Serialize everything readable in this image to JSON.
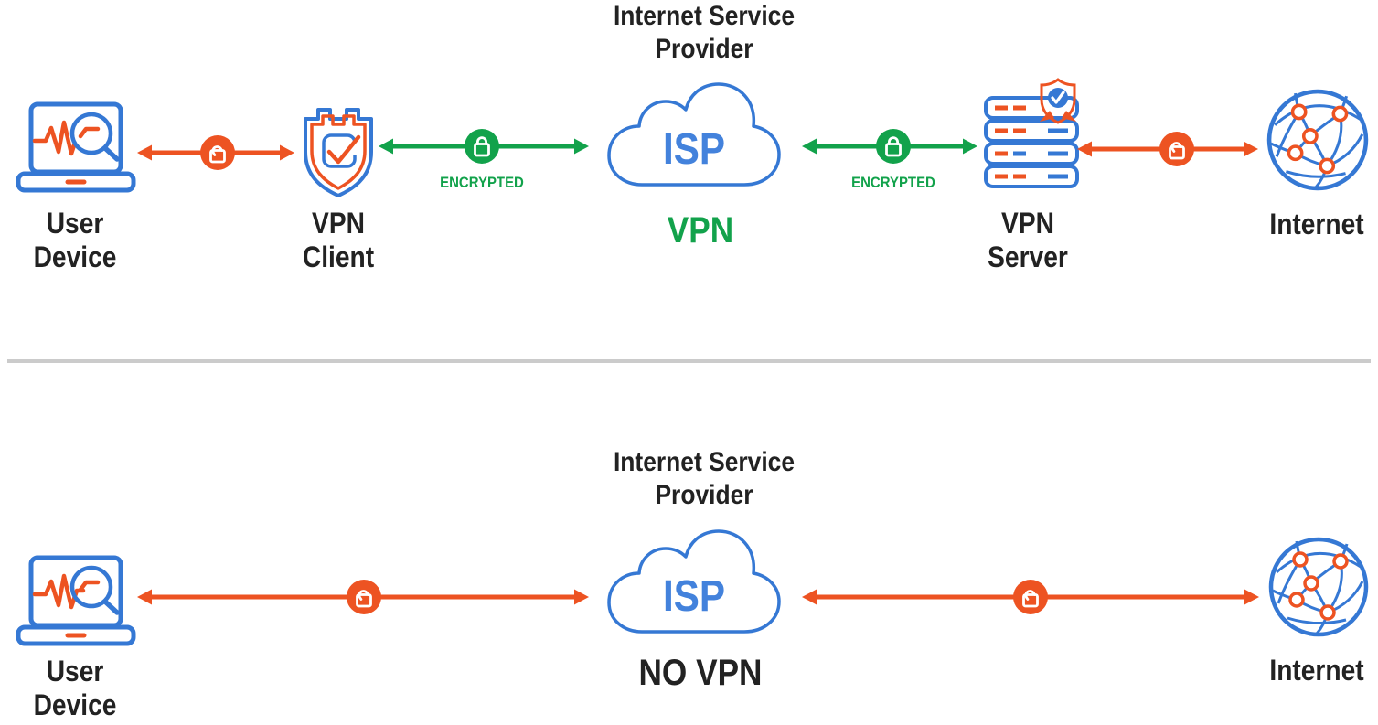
{
  "colors": {
    "blue": "#3578d4",
    "blue_light": "#4382dc",
    "orange": "#ed5322",
    "green": "#12a24b",
    "text_dark": "#222222",
    "divider": "#cbcbcb",
    "bg": "#ffffff"
  },
  "icons": {
    "user_device": "laptop-with-pulse-and-magnifier-icon",
    "vpn_client": "crenellated-shield-with-checkmark-icon",
    "isp": "cloud-icon",
    "vpn_server": "server-rack-with-verified-badge-icon",
    "internet": "globe-network-icon",
    "open_lock": "open-padlock-icon",
    "closed_lock": "closed-padlock-icon"
  },
  "diagram": {
    "top": {
      "isp_title_line1": "Internet Service",
      "isp_title_line2": "Provider",
      "isp_label": "ISP",
      "mode_label": "VPN",
      "nodes": {
        "user_device": {
          "label_line1": "User",
          "label_line2": "Device"
        },
        "vpn_client": {
          "label_line1": "VPN",
          "label_line2": "Client"
        },
        "vpn_server": {
          "label_line1": "VPN",
          "label_line2": "Server"
        },
        "internet": {
          "label": "Internet"
        }
      },
      "connections": {
        "client_isp": {
          "label": "ENCRYPTED"
        },
        "isp_server": {
          "label": "ENCRYPTED"
        }
      }
    },
    "bottom": {
      "isp_title_line1": "Internet Service",
      "isp_title_line2": "Provider",
      "isp_label": "ISP",
      "mode_label": "NO VPN",
      "nodes": {
        "user_device": {
          "label_line1": "User",
          "label_line2": "Device"
        },
        "internet": {
          "label": "Internet"
        }
      }
    }
  }
}
